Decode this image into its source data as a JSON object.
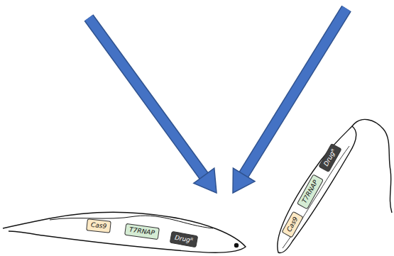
{
  "diagram": {
    "nodes": [
      {
        "text": [
          "Cas9"
        ]
      },
      {
        "text": [
          "T7RNAP"
        ]
      },
      {
        "text": [
          "Drugᴿ"
        ]
      },
      {
        "text": [
          "Cas9"
        ]
      },
      {
        "text": [
          "T7RNAP"
        ]
      },
      {
        "text": [
          "Drugᴿ"
        ]
      }
    ]
  }
}
